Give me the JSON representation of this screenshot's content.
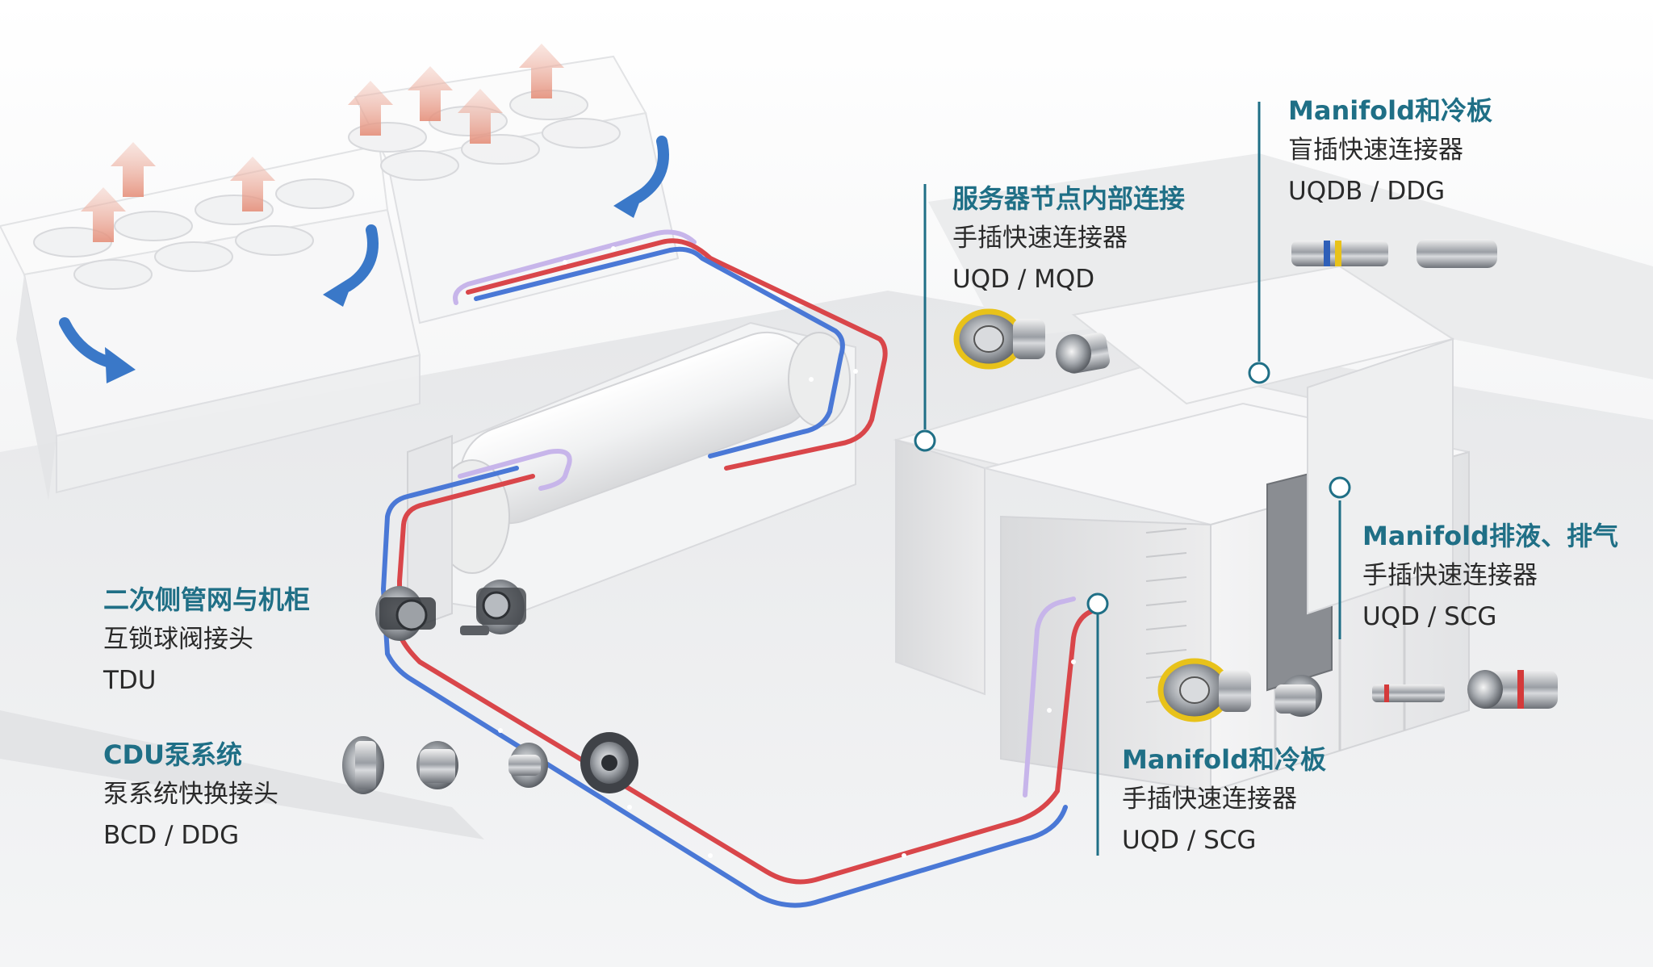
{
  "labels": [
    {
      "id": "server-node",
      "title": "服务器节点内部连接",
      "description": "手插快速连接器",
      "code": "UQD / MQD"
    },
    {
      "id": "manifold-cold-plate-blind",
      "title": "Manifold和冷板",
      "description": "盲插快速连接器",
      "code": "UQDB / DDG"
    },
    {
      "id": "manifold-drain-vent",
      "title": "Manifold排液、排气",
      "description": "手插快速连接器",
      "code": "UQD / SCG"
    },
    {
      "id": "secondary-pipe-cabinet",
      "title": "二次侧管网与机柜",
      "description": "互锁球阀接头",
      "code": "TDU"
    },
    {
      "id": "cdu-pump",
      "title": "CDU泵系统",
      "description": "泵系统快换接头",
      "code": "BCD / DDG"
    },
    {
      "id": "manifold-cold-plate-manual",
      "title": "Manifold和冷板",
      "description": "手插快速连接器",
      "code": "UQD / SCG"
    }
  ],
  "colors": {
    "title": "#1f6f86",
    "body_text": "#2a2a2a",
    "callout_line": "#1f6f86",
    "hot_pipe": "#d9464a",
    "cold_pipe": "#4a78d6",
    "mixed_pipe": "#b39be0",
    "heat_arrow": "#e59a86",
    "air_arrow": "#3a78c8",
    "connector_yellow": "#e8c21a",
    "connector_red": "#d43a3a",
    "connector_blue": "#2e5fb8",
    "background": "#f4f5f6"
  },
  "icons": [
    "heat-up-arrow-icon",
    "air-flow-arrow-icon",
    "callout-dot-icon",
    "quick-connector-icon",
    "ball-valve-icon",
    "pump-coupling-icon"
  ]
}
